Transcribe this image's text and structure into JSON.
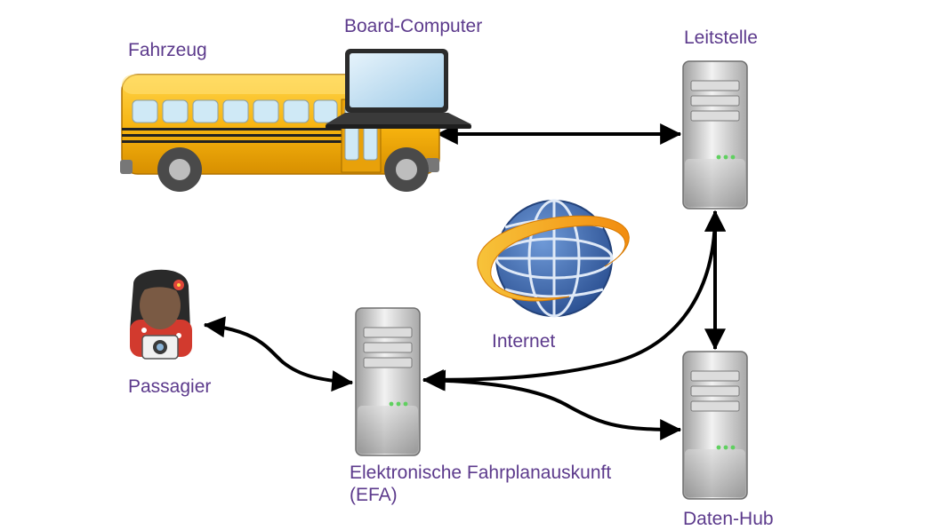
{
  "colors": {
    "label": "#5c3a8c",
    "arrow": "#000000",
    "bus": "#f6b20e",
    "server": "#c9c9c9",
    "globe": "#3e6db0",
    "ring": "#f6a51c"
  },
  "nodes": {
    "vehicle": {
      "label": "Fahrzeug",
      "icon": "bus-icon"
    },
    "board_computer": {
      "label": "Board-Computer",
      "icon": "laptop-icon"
    },
    "control_center": {
      "label": "Leitstelle",
      "icon": "server-icon"
    },
    "internet": {
      "label": "Internet",
      "icon": "globe-icon"
    },
    "passenger": {
      "label": "Passagier",
      "icon": "person-with-camera-icon"
    },
    "efa": {
      "label_line1": "Elektronische Fahrplanauskunft",
      "label_line2": "(EFA)",
      "icon": "server-icon"
    },
    "data_hub": {
      "label": "Daten-Hub",
      "icon": "server-icon"
    }
  },
  "connections": [
    {
      "from": "board_computer",
      "to": "control_center",
      "bidirectional": true
    },
    {
      "from": "control_center",
      "to": "data_hub",
      "bidirectional": true
    },
    {
      "from": "control_center",
      "to": "efa",
      "bidirectional": true
    },
    {
      "from": "efa",
      "to": "data_hub",
      "bidirectional": true
    },
    {
      "from": "passenger",
      "to": "efa",
      "bidirectional": true
    }
  ]
}
